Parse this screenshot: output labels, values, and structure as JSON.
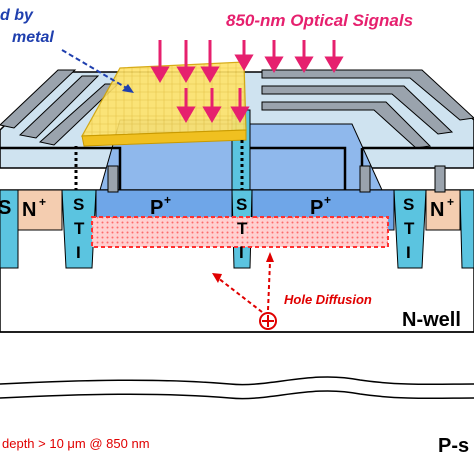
{
  "labels": {
    "top_signal": "850-nm Optical Signals",
    "metal_line1": "d by",
    "metal_line2": "metal",
    "n_plus_left": "N",
    "n_plus_right": "N",
    "p_plus_left": "P",
    "p_plus_right": "P",
    "superscript_plus": "+",
    "sti_s": "S",
    "sti_t": "T",
    "sti_i": "I",
    "left_edge_s": "S",
    "hole_diffusion": "Hole Diffusion",
    "n_well": "N-well",
    "p_sub": "P-s",
    "depth_note": "depth > 10 μm @ 850 nm"
  },
  "colors": {
    "signal": "#e6206e",
    "metal_text": "#1f3fae",
    "p_plus": "#6fa6e8",
    "n_plus": "#f4cdb0",
    "sti": "#5bc4e0",
    "gate": "#9aa3ad",
    "metal_shield": "#ffd84a",
    "depletion": "#ff9a9a",
    "hole": "#e00000"
  },
  "icons": {
    "hole_symbol": "circled-plus-icon",
    "light_arrows": "arrow-down-icon"
  }
}
